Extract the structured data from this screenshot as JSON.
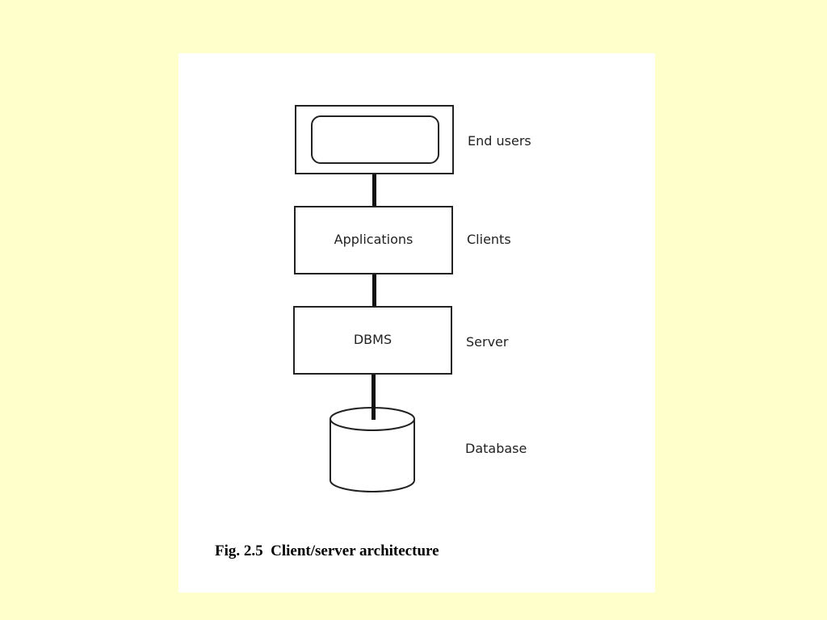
{
  "colors": {
    "slide_background": "#FFFFCC",
    "panel_background": "#FFFFFF",
    "line": "#222222"
  },
  "diagram": {
    "boxes": {
      "applications": "Applications",
      "dbms": "DBMS"
    },
    "layer_labels": {
      "end_users": "End users",
      "clients": "Clients",
      "server": "Server",
      "database": "Database"
    },
    "caption": "Fig. 2.5  Client/server architecture"
  }
}
